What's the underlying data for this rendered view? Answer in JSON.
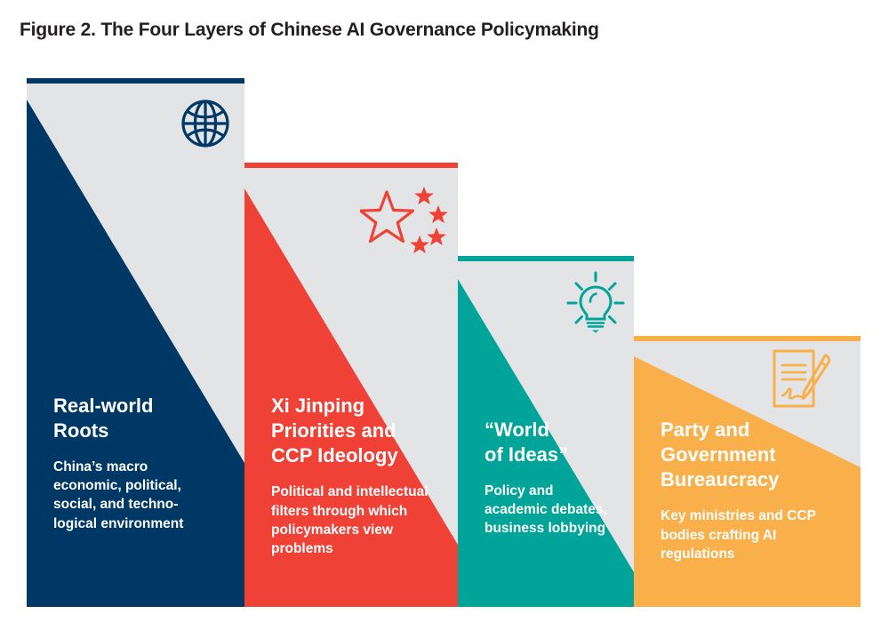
{
  "figure": {
    "title": "Figure 2. The Four Layers of Chinese AI Governance Policymaking"
  },
  "palette": {
    "navy": "#003865",
    "red": "#ef4135",
    "teal": "#00a499",
    "orange": "#f9b04a",
    "panel_gray": "#e2e4e6",
    "title_text": "#231f20",
    "label_text": "#ffffff",
    "background": "#ffffff"
  },
  "layers": [
    {
      "id": "real-world-roots",
      "heading": "Real-world\nRoots",
      "body": "China’s macro\neconomic, political,\nsocial, and techno-\nlogical environment",
      "color": "#003865",
      "icon": "globe-icon"
    },
    {
      "id": "xi-jinping-priorities",
      "heading": "Xi Jinping\nPriorities and\nCCP Ideology",
      "body": "Political and intellectual\nfilters through which\npolicymakers view\nproblems",
      "color": "#ef4135",
      "icon": "chinese-flag-stars-icon"
    },
    {
      "id": "world-of-ideas",
      "heading": "“World\nof Ideas”",
      "body": "Policy and\nacademic debates,\nbusiness lobbying",
      "color": "#00a499",
      "icon": "lightbulb-icon"
    },
    {
      "id": "party-and-government-bureaucracy",
      "heading": "Party and\nGovernment\nBureaucracy",
      "body": "Key ministries and CCP\nbodies crafting AI\nregulations",
      "color": "#f9b04a",
      "icon": "document-pen-icon"
    }
  ]
}
